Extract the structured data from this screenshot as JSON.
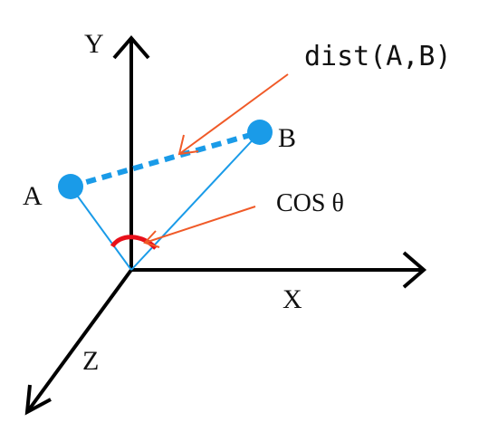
{
  "axes": {
    "x_label": "X",
    "y_label": "Y",
    "z_label": "Z"
  },
  "points": {
    "a_label": "A",
    "b_label": "B"
  },
  "annotations": {
    "distance_label": "dist(A,B)",
    "cosine_label": "COS θ"
  },
  "colors": {
    "axis": "#000000",
    "point": "#1a9be8",
    "vector": "#1a9be8",
    "pointer": "#f05a28",
    "angle_arc": "#e8101a"
  }
}
